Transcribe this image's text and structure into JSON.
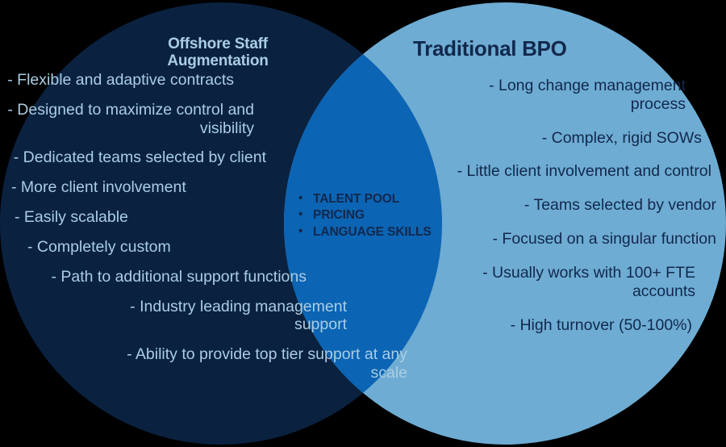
{
  "diagram": {
    "type": "venn",
    "background_color": "#000000",
    "left_circle": {
      "fill": "#0A2240",
      "text_color": "#A9CDE3",
      "title": "Offshore Staff\nAugmentation",
      "title_line1": "Offshore Staff",
      "title_line2": "Augmentation",
      "items": [
        "- Flexible and adaptive contracts",
        "- Designed to maximize control and visibility",
        "- Dedicated teams selected by client",
        "- More client involvement",
        "- Easily scalable",
        "- Completely custom",
        "- Path to additional support functions",
        "- Industry leading management support",
        "-   Ability to provide top tier support at any scale"
      ]
    },
    "right_circle": {
      "fill": "#6EACD3",
      "text_color": "#12284C",
      "title": "Traditional BPO",
      "items": [
        "- Long change management process",
        "- Complex, rigid SOWs",
        "- Little client involvement and control",
        "- Teams selected by vendor",
        "- Focused on a singular function",
        "-   Usually works with 100+ FTE accounts",
        "-   High turnover (50-100%)"
      ]
    },
    "overlap": {
      "fill": "#0B64B4",
      "text_color": "#12284C",
      "bullet_glyph": "•",
      "items": [
        "TALENT POOL",
        "PRICING",
        "LANGUAGE SKILLS"
      ]
    }
  }
}
